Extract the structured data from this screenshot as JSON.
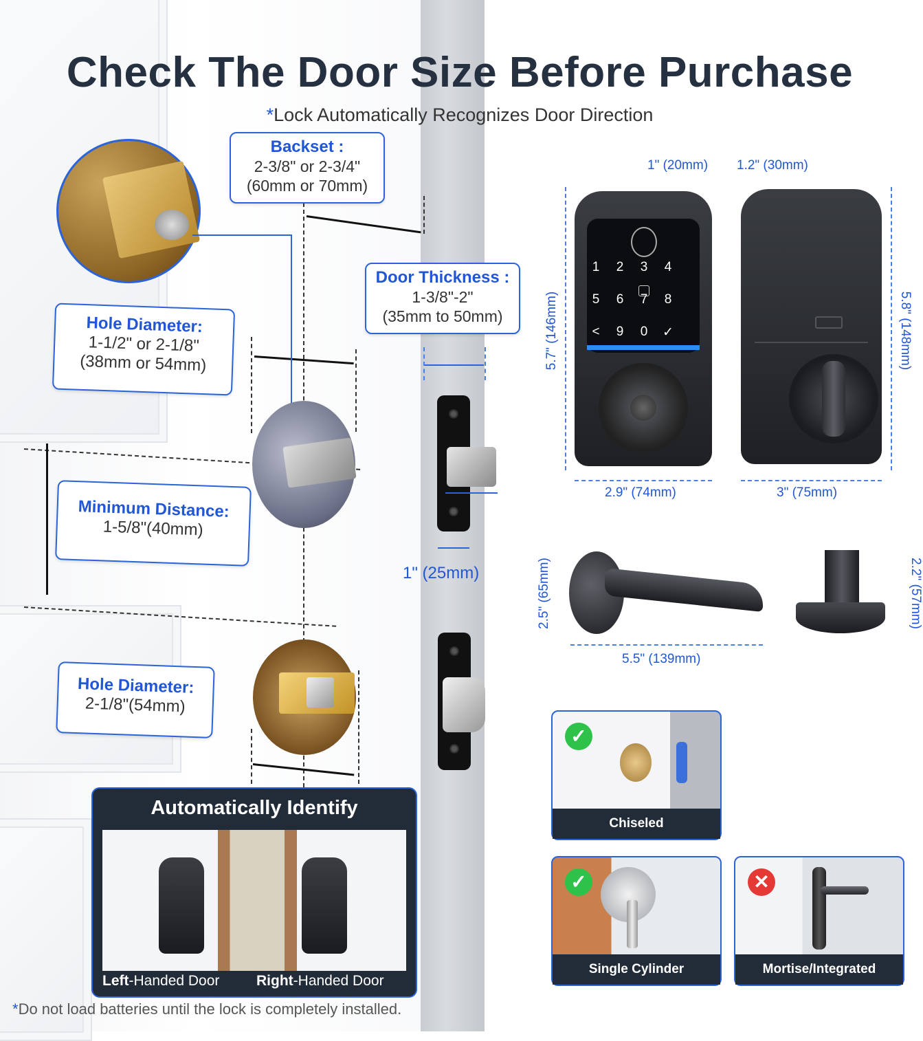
{
  "header": {
    "title": "Check The Door Size Before Purchase",
    "subtitle_star": "*",
    "subtitle": "Lock Automatically Recognizes Door Direction"
  },
  "backset": {
    "title": "Backset :",
    "line1": "2-3/8\" or 2-3/4\"",
    "line2": "(60mm or 70mm)"
  },
  "door_thickness": {
    "title": "Door Thickness :",
    "line1": "1-3/8\"-2\"",
    "line2": "(35mm to 50mm)"
  },
  "hole_diameter_1": {
    "title": "Hole Diameter:",
    "line1": "1-1/2\" or 2-1/8\"",
    "line2": "(38mm or 54mm)"
  },
  "minimum_distance": {
    "title": "Minimum Distance:",
    "line1": "1-5/8\"(40mm)"
  },
  "hole_diameter_2": {
    "title": "Hole Diameter:",
    "line1": "2-1/8\"(54mm)"
  },
  "latch_width": "1\" (25mm)",
  "lock_dims": {
    "front_depth": "1\" (20mm)",
    "back_depth": "1.2\" (30mm)",
    "front_height": "5.7\" (146mm)",
    "back_height": "5.8\" (148mm)",
    "front_width": "2.9\" (74mm)",
    "back_width": "3\" (75mm)",
    "lever_height": "2.5\" (65mm)",
    "lever_length": "5.5\" (139mm)",
    "spindle_height": "2.2\" (57mm)"
  },
  "keypad": {
    "row1": [
      "1",
      "2",
      "3",
      "4"
    ],
    "row2": [
      "5",
      "6",
      "7",
      "8"
    ],
    "row3": [
      "<",
      "9",
      "0",
      "✓"
    ]
  },
  "auto_identify": {
    "title": "Automatically Identify",
    "left_bold": "Left",
    "left_rest": "-Handed Door",
    "right_bold": "Right",
    "right_rest": "-Handed Door"
  },
  "compat": {
    "chiseled": "Chiseled",
    "single_cylinder": "Single Cylinder",
    "mortise": "Mortise/Integrated"
  },
  "footnote": {
    "star": "*",
    "text": "Do not load batteries until the lock is completely installed."
  },
  "colors": {
    "accent": "#2156d6",
    "dark_panel": "#222b38",
    "ok": "#2ec24a",
    "no": "#e53935"
  }
}
